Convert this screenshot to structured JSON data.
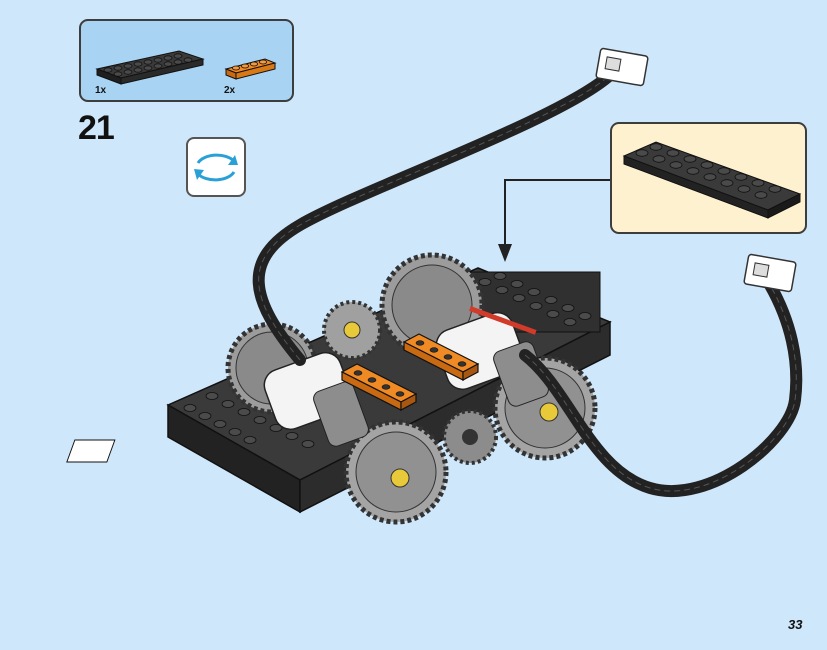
{
  "parts_list": {
    "items": [
      {
        "quantity": "1x",
        "color": "#2b2b2b",
        "icon": "black-plate-2x8-icon"
      },
      {
        "quantity": "2x",
        "color": "#f08a24",
        "icon": "orange-plate-1x4-icon"
      }
    ]
  },
  "step": {
    "number": "21"
  },
  "rotate_hint": {
    "icon": "rotate-model-icon",
    "arrow_color": "#2aa1d6"
  },
  "callout": {
    "icon": "black-plate-2x8-icon",
    "background": "#fdf1cf"
  },
  "page": {
    "number": "33",
    "background": "#cfe7fa"
  }
}
